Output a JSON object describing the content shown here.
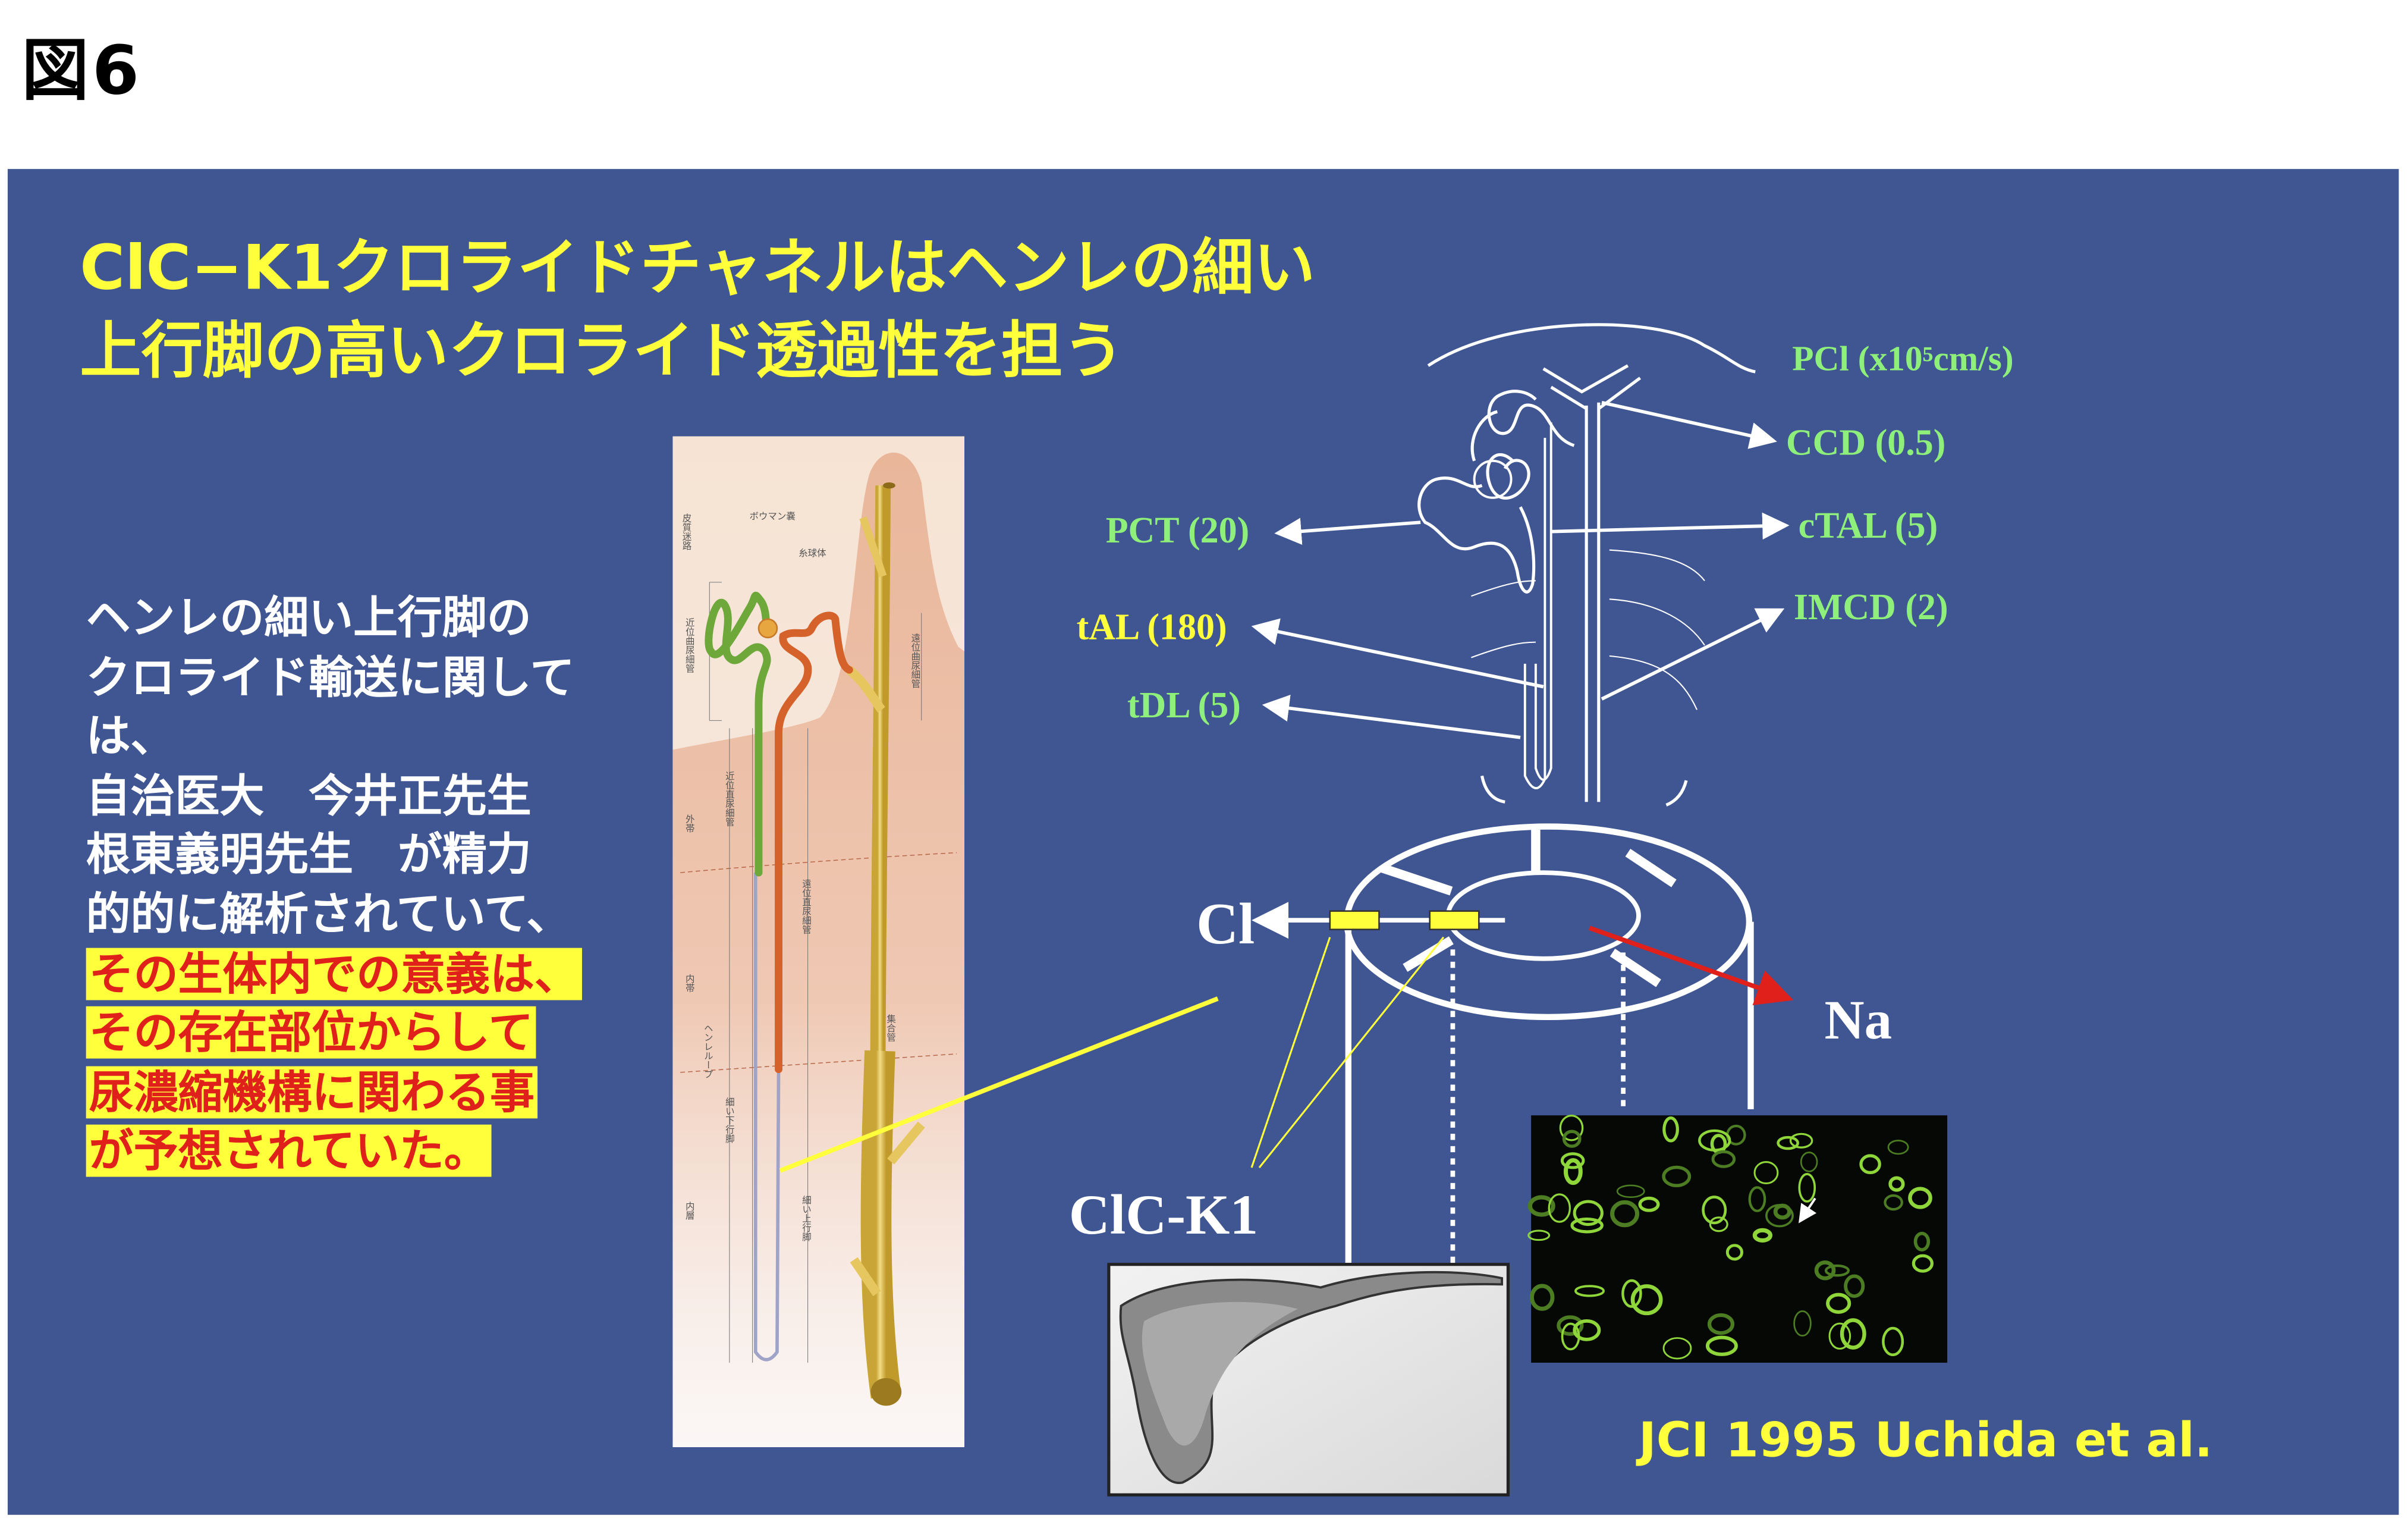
{
  "figure_label": "図6",
  "title": {
    "line1": "ClC−K1クロライドチャネルはヘンレの細い",
    "line2": "上行脚の高いクロライド透過性を担う"
  },
  "body_text": {
    "lines": [
      "ヘンレの細い上行脚の",
      "クロライド輸送に関して",
      "は、",
      "自治医大　今井正先生",
      "根東義明先生　が精力",
      "的的に解析されていて、"
    ],
    "highlighted_lines": [
      "その生体内での意義は、",
      "その存在部位からして",
      "尿濃縮機構に関わる事",
      "が予想されていた。"
    ]
  },
  "illustration_labels": {
    "cortex_labyrinth": "皮質迷路",
    "bowman_capsule": "ボウマン嚢",
    "glomerulus": "糸球体",
    "proximal_convoluted": "近位曲尿細管",
    "distal_convoluted": "遠位曲尿細管",
    "proximal_straight": "近位直尿細管",
    "outer_stripe": "外帯",
    "distal_straight": "遠位直尿細管",
    "inner_stripe": "内帯",
    "henle_loop": "ヘンレループ",
    "thin_descending": "細い下行脚",
    "inner_medulla": "内層",
    "thin_ascending": "細い上行脚",
    "collecting_duct": "集合管"
  },
  "permeability": {
    "header": "PCl (x10⁵cm/s)",
    "ccd": "CCD (0.5)",
    "ctal": "cTAL (5)",
    "imcd": "IMCD (2)",
    "pct": "PCT (20)",
    "tal": "tAL (180)",
    "tdl": "tDL (5)"
  },
  "channel_diagram": {
    "cl_label": "Cl",
    "na_label": "Na",
    "channel_label": "ClC-K1"
  },
  "citation": "JCI 1995 Uchida et al.",
  "colors": {
    "panel": "#3f5693",
    "title_yellow": "#ffff3b",
    "label_green": "#8ef07a",
    "highlight_red": "#e0201b"
  }
}
